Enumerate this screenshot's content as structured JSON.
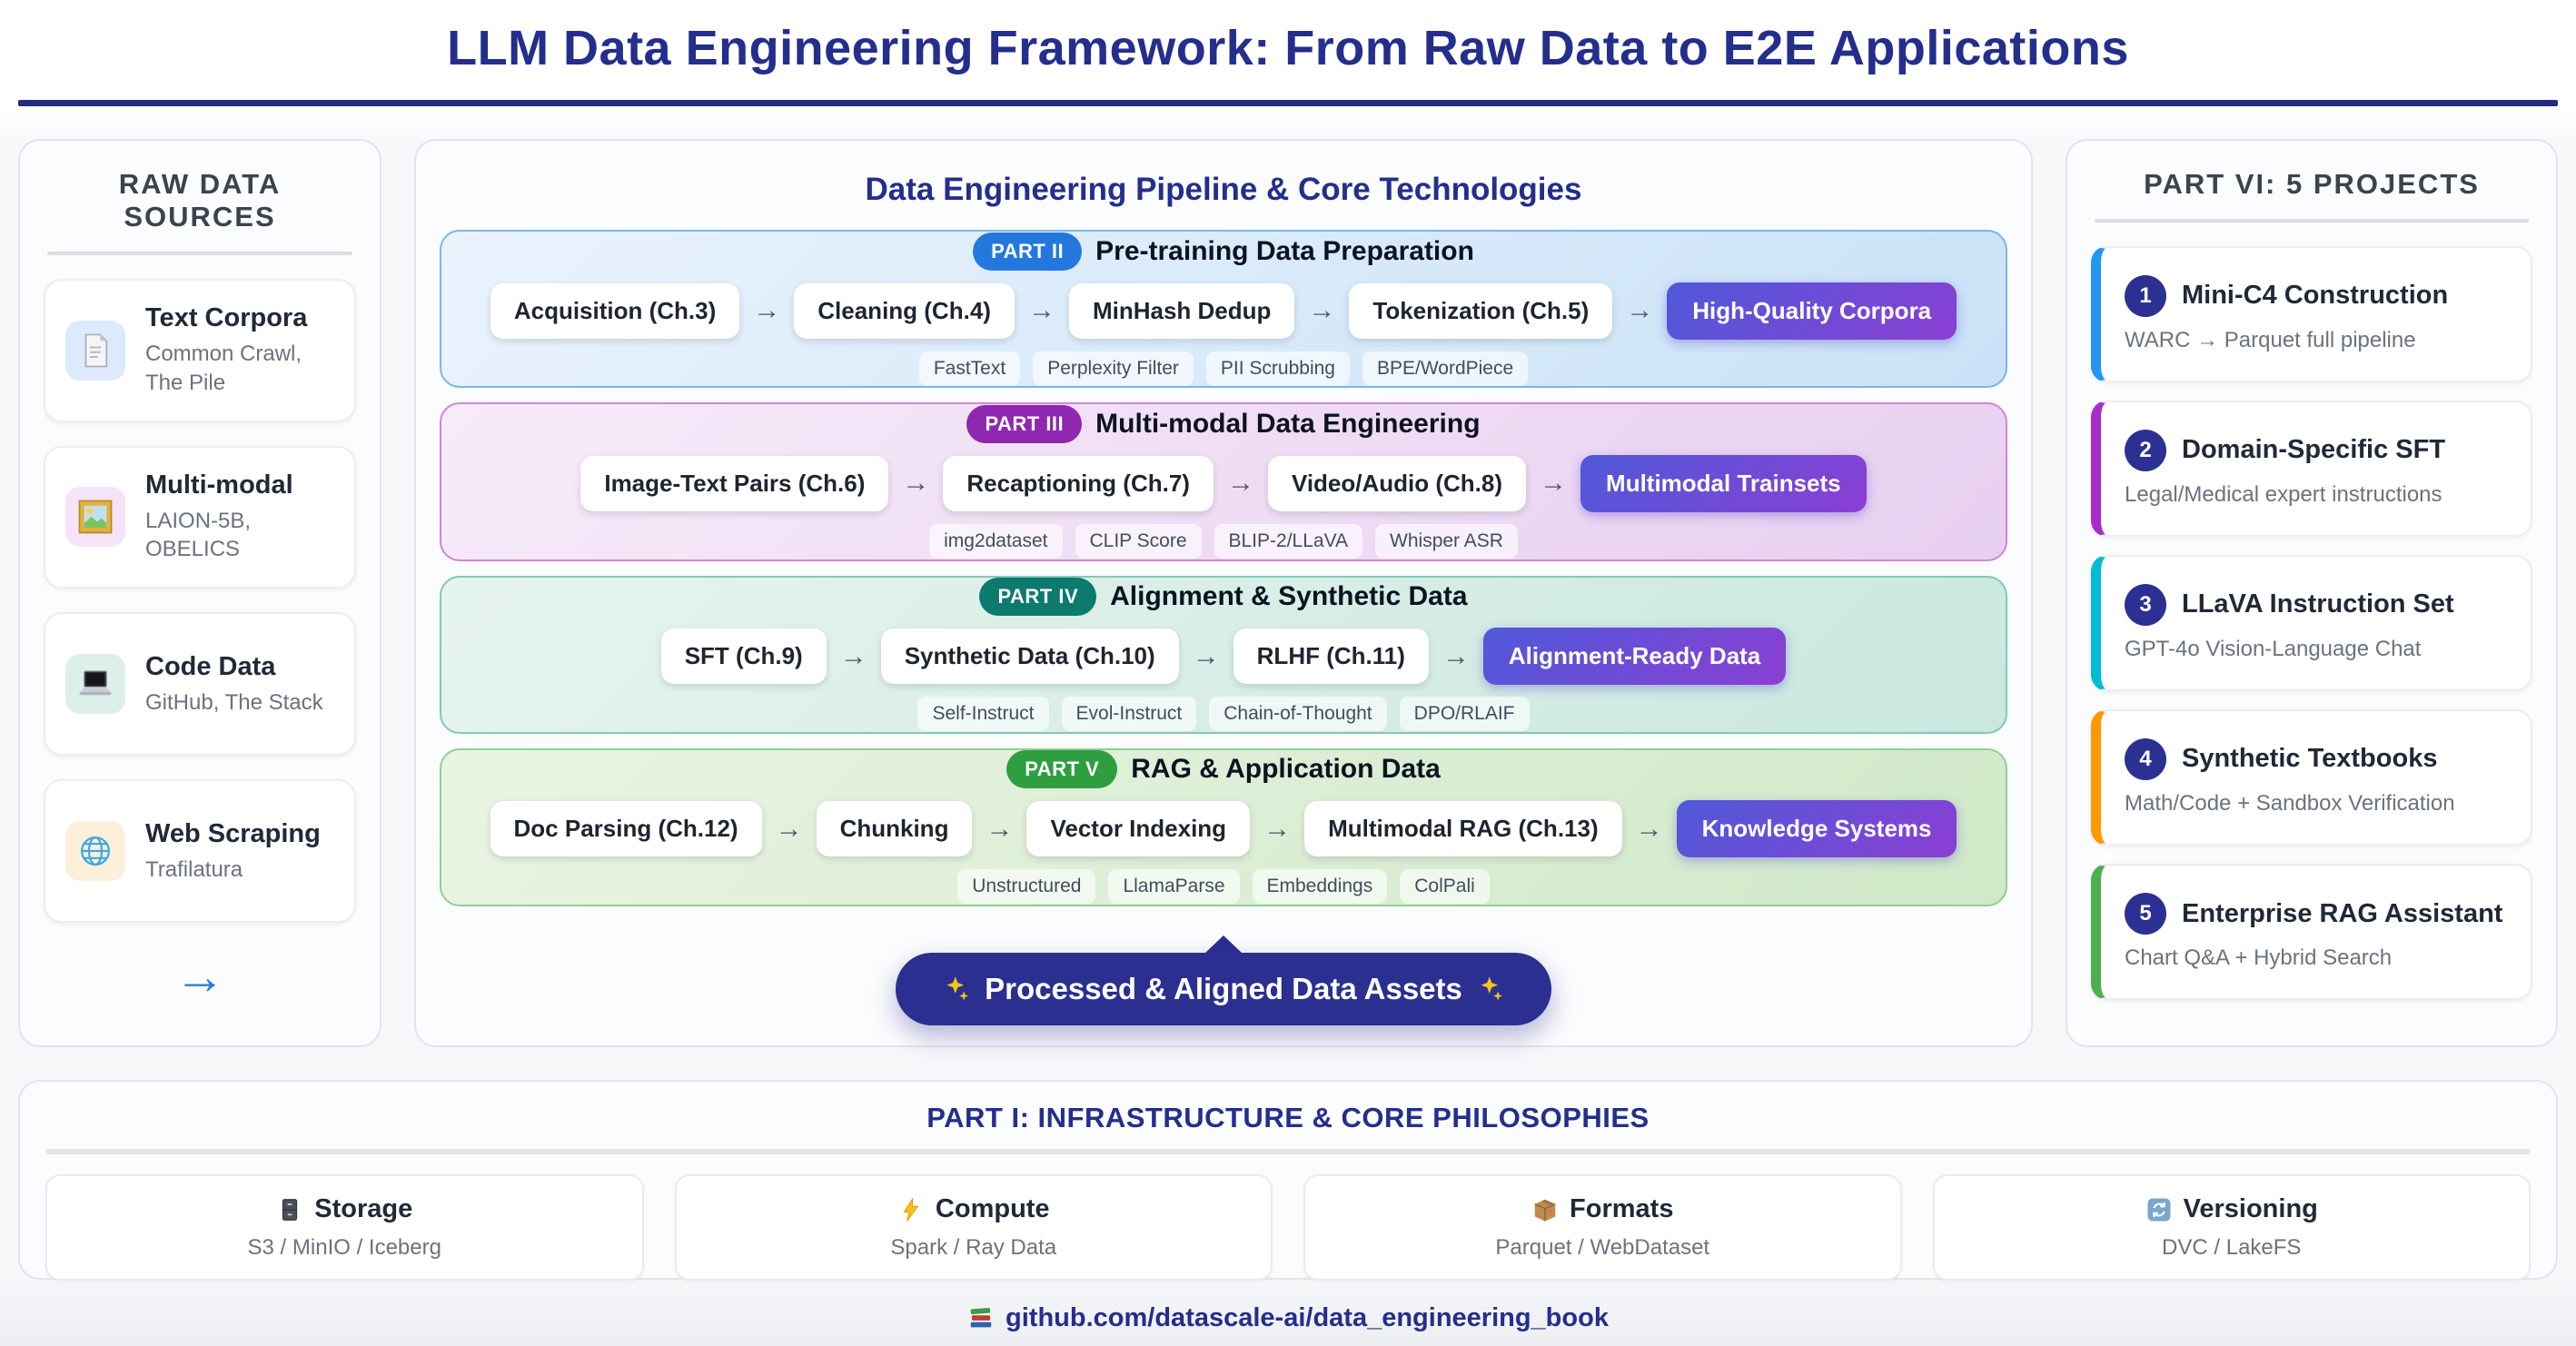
{
  "page": {
    "title": "LLM Data Engineering Framework: From Raw Data to E2E Applications",
    "footer": {
      "icon": "books-icon",
      "link": "github.com/datascale-ai/data_engineering_book"
    }
  },
  "colors": {
    "navy": "#242e8c",
    "part2_blue": "#2478dd",
    "part3_purple": "#9027b0",
    "part4_teal": "#0d7a6e",
    "part5_green": "#2f9e41",
    "result_gradient_from": "#4f59d8",
    "result_gradient_to": "#8a3fd3",
    "banner_navy": "#2a2f90",
    "project_accents": [
      "#2196f3",
      "#a82cc8",
      "#00bcd4",
      "#ff9800",
      "#4caf50"
    ]
  },
  "raw_sources": {
    "header": "RAW DATA SOURCES",
    "flow_arrow": "→",
    "items": [
      {
        "icon": "document-icon",
        "title": "Text Corpora",
        "subtitle": "Common Crawl, The Pile"
      },
      {
        "icon": "framed-picture-icon",
        "title": "Multi-modal",
        "subtitle": "LAION-5B, OBELICS"
      },
      {
        "icon": "laptop-icon",
        "title": "Code Data",
        "subtitle": "GitHub, The Stack"
      },
      {
        "icon": "globe-icon",
        "title": "Web Scraping",
        "subtitle": "Trafilatura"
      }
    ]
  },
  "pipeline": {
    "title": "Data Engineering Pipeline & Core Technologies",
    "step_arrow": "→",
    "rows": [
      {
        "part": "PART II",
        "heading": "Pre-training Data Preparation",
        "steps": [
          "Acquisition (Ch.3)",
          "Cleaning (Ch.4)",
          "MinHash Dedup",
          "Tokenization (Ch.5)"
        ],
        "result": "High-Quality Corpora",
        "tags": [
          "FastText",
          "Perplexity Filter",
          "PII Scrubbing",
          "BPE/WordPiece"
        ]
      },
      {
        "part": "PART III",
        "heading": "Multi-modal Data Engineering",
        "steps": [
          "Image-Text Pairs (Ch.6)",
          "Recaptioning (Ch.7)",
          "Video/Audio (Ch.8)"
        ],
        "result": "Multimodal Trainsets",
        "tags": [
          "img2dataset",
          "CLIP Score",
          "BLIP-2/LLaVA",
          "Whisper ASR"
        ]
      },
      {
        "part": "PART IV",
        "heading": "Alignment & Synthetic Data",
        "steps": [
          "SFT (Ch.9)",
          "Synthetic Data (Ch.10)",
          "RLHF (Ch.11)"
        ],
        "result": "Alignment-Ready Data",
        "tags": [
          "Self-Instruct",
          "Evol-Instruct",
          "Chain-of-Thought",
          "DPO/RLAIF"
        ]
      },
      {
        "part": "PART V",
        "heading": "RAG & Application Data",
        "steps": [
          "Doc Parsing (Ch.12)",
          "Chunking",
          "Vector Indexing",
          "Multimodal RAG (Ch.13)"
        ],
        "result": "Knowledge Systems",
        "tags": [
          "Unstructured",
          "LlamaParse",
          "Embeddings",
          "ColPali"
        ]
      }
    ],
    "banner": {
      "left_icon": "sparkles-icon",
      "text": "Processed & Aligned Data Assets",
      "right_icon": "sparkles-icon"
    }
  },
  "projects": {
    "header": "PART VI: 5 PROJECTS",
    "items": [
      {
        "num": "1",
        "title": "Mini-C4 Construction",
        "subtitle": "WARC → Parquet full pipeline"
      },
      {
        "num": "2",
        "title": "Domain-Specific SFT",
        "subtitle": "Legal/Medical expert instructions"
      },
      {
        "num": "3",
        "title": "LLaVA Instruction Set",
        "subtitle": "GPT-4o Vision-Language Chat"
      },
      {
        "num": "4",
        "title": "Synthetic Textbooks",
        "subtitle": "Math/Code + Sandbox Verification"
      },
      {
        "num": "5",
        "title": "Enterprise RAG Assistant",
        "subtitle": "Chart Q&A + Hybrid Search"
      }
    ]
  },
  "infrastructure": {
    "header": "PART I: INFRASTRUCTURE & CORE PHILOSOPHIES",
    "items": [
      {
        "icon": "storage-icon",
        "title": "Storage",
        "subtitle": "S3 / MinIO / Iceberg"
      },
      {
        "icon": "compute-icon",
        "title": "Compute",
        "subtitle": "Spark / Ray Data"
      },
      {
        "icon": "package-icon",
        "title": "Formats",
        "subtitle": "Parquet / WebDataset"
      },
      {
        "icon": "versioning-icon",
        "title": "Versioning",
        "subtitle": "DVC / LakeFS"
      }
    ]
  }
}
